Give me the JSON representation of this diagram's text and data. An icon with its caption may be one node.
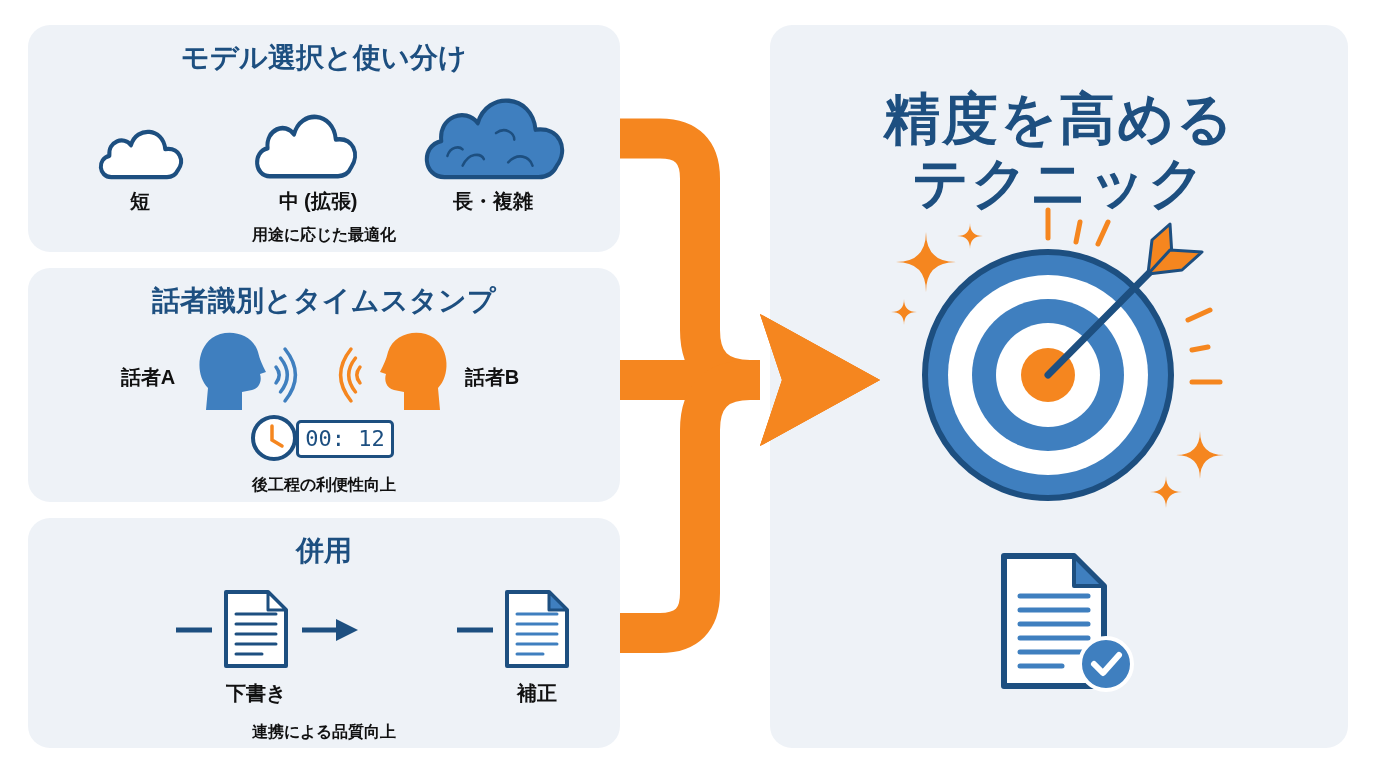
{
  "diagram": {
    "nodes": [
      {
        "text": [
          "モデル選択と使い分け",
          "用途に応じた最適化"
        ]
      },
      {
        "text": [
          "話者識別とタイムスタンプ",
          "後工程の利便性向上"
        ]
      },
      {
        "text": [
          "併用",
          "連携による品質向上"
        ]
      },
      {
        "text": [
          "下書き"
        ],
        "in": 2
      },
      {
        "text": [
          "補正"
        ],
        "in": 2
      },
      {
        "text": [
          "精度を高めるテクニック"
        ]
      }
    ],
    "edges": [
      {
        "from": 0,
        "to": 5,
        "arrow": "to",
        "style": "thick",
        "color": "#f5861f"
      },
      {
        "from": 1,
        "to": 5,
        "arrow": "to",
        "style": "thick",
        "color": "#f5861f"
      },
      {
        "from": 2,
        "to": 5,
        "arrow": "to",
        "style": "thick",
        "color": "#f5861f"
      },
      {
        "from": null,
        "to": 3,
        "arrow": "none",
        "color": "#1d4f80"
      },
      {
        "from": 3,
        "to": null,
        "arrow": "to",
        "color": "#1d4f80"
      },
      {
        "from": null,
        "to": 4,
        "arrow": "none",
        "color": "#1d4f80"
      }
    ],
    "labels": [
      "短",
      "中 (拡張)",
      "長・複雑",
      "話者A",
      "話者B",
      "00: 12"
    ]
  }
}
